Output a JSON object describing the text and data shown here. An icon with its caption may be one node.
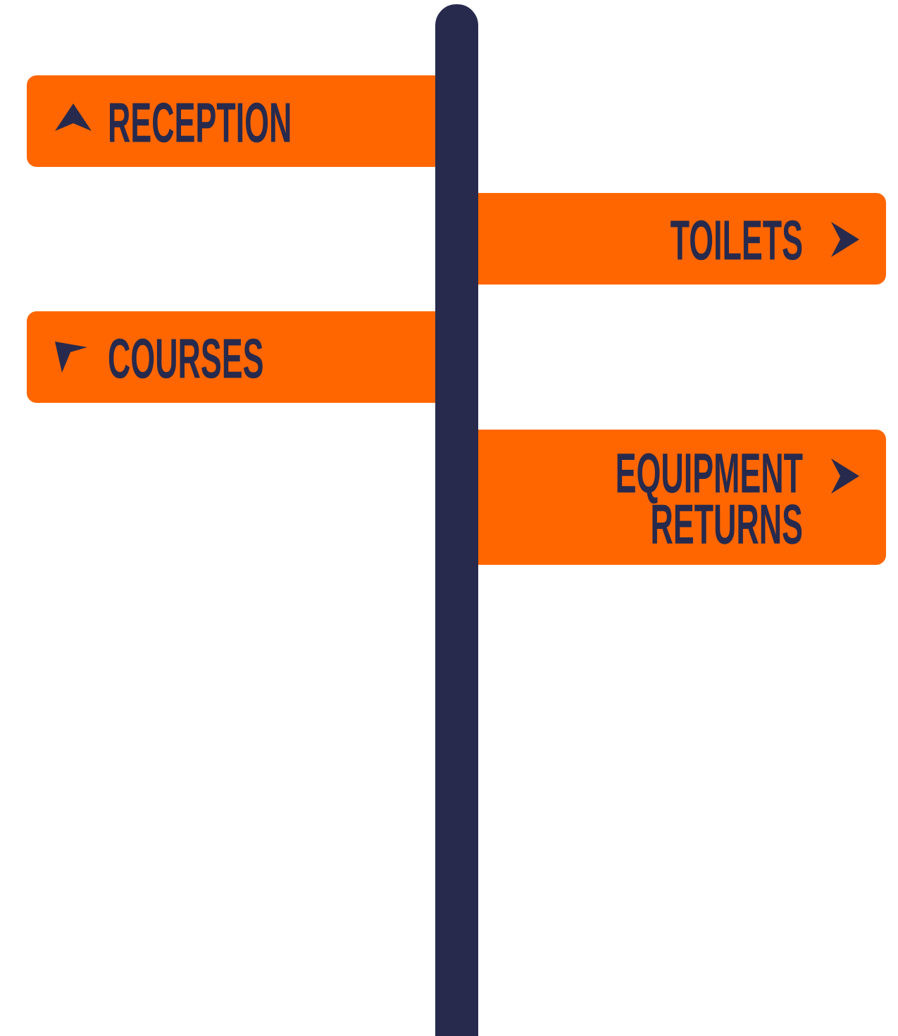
{
  "diagram": {
    "nodes": [
      {
        "text": [
          "RECEPTION"
        ]
      },
      {
        "text": [
          "TOILETS"
        ]
      },
      {
        "text": [
          "COURSES"
        ]
      },
      {
        "text": [
          "EQUIPMENT RETURNS"
        ]
      },
      {
        "text": [],
        "shape": "bar"
      }
    ]
  }
}
